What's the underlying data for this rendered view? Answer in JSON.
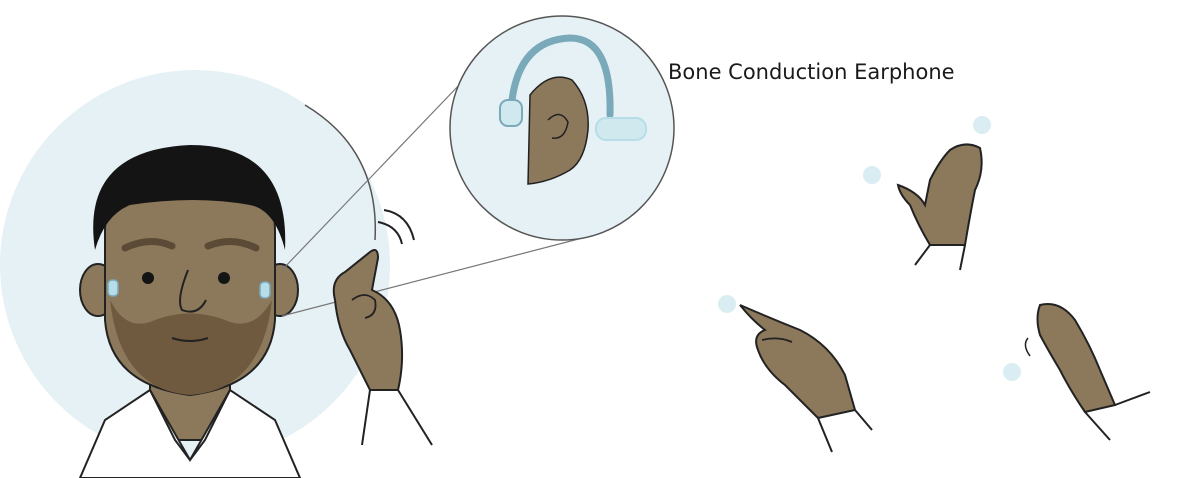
{
  "caption": "Bone Conduction Earphone",
  "colors": {
    "skin": "#8c785b",
    "skin_dark": "#6b5a42",
    "beard": "#6f5a3f",
    "hair": "#141414",
    "outline": "#222222",
    "halo": "#e6f1f5",
    "earphone": "#b7dde8",
    "earphone_band": "#7aa9ba",
    "glow": "#cfe9ef"
  },
  "icons": {
    "person": "person-with-earphones",
    "zoom": "magnified-ear-earphone",
    "gesture_1": "pinch-hand",
    "gesture_2": "raised-fingers-hand",
    "gesture_3": "pointing-hand",
    "gesture_4": "waving-hand"
  }
}
